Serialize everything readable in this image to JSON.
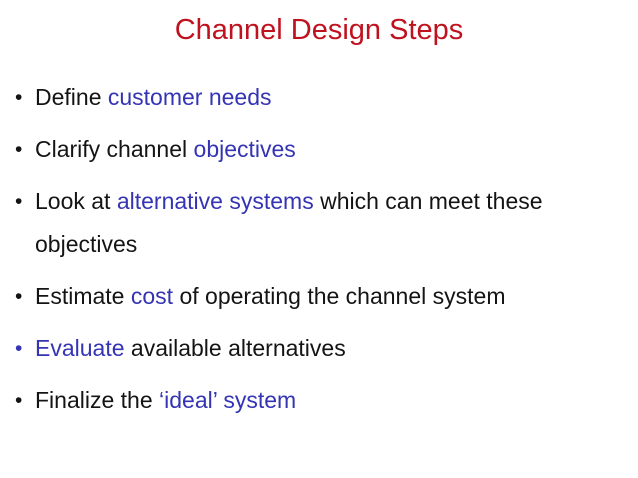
{
  "slide": {
    "title": "Channel Design Steps",
    "colors": {
      "background": "#ffffff",
      "title": "#c0111f",
      "accent": "#3434b4",
      "body": "#141414"
    },
    "bullet_glyph": "•",
    "bullets": [
      {
        "marker_color": "body",
        "segments": [
          {
            "text": "Define ",
            "color": "body"
          },
          {
            "text": "customer needs",
            "color": "accent"
          }
        ]
      },
      {
        "marker_color": "body",
        "segments": [
          {
            "text": "Clarify channel ",
            "color": "body"
          },
          {
            "text": "objectives",
            "color": "accent"
          }
        ]
      },
      {
        "marker_color": "body",
        "segments": [
          {
            "text": "Look at ",
            "color": "body"
          },
          {
            "text": "alternative systems",
            "color": "accent"
          },
          {
            "text": " which can meet these objectives",
            "color": "body"
          }
        ]
      },
      {
        "marker_color": "body",
        "segments": [
          {
            "text": "Estimate ",
            "color": "body"
          },
          {
            "text": "cost",
            "color": "accent"
          },
          {
            "text": " of operating the channel system",
            "color": "body"
          }
        ]
      },
      {
        "marker_color": "accent",
        "segments": [
          {
            "text": "Evaluate",
            "color": "accent"
          },
          {
            "text": " available alternatives",
            "color": "body"
          }
        ]
      },
      {
        "marker_color": "body",
        "segments": [
          {
            "text": "Finalize the ",
            "color": "body"
          },
          {
            "text": "‘ideal’ system",
            "color": "accent"
          }
        ]
      }
    ]
  }
}
